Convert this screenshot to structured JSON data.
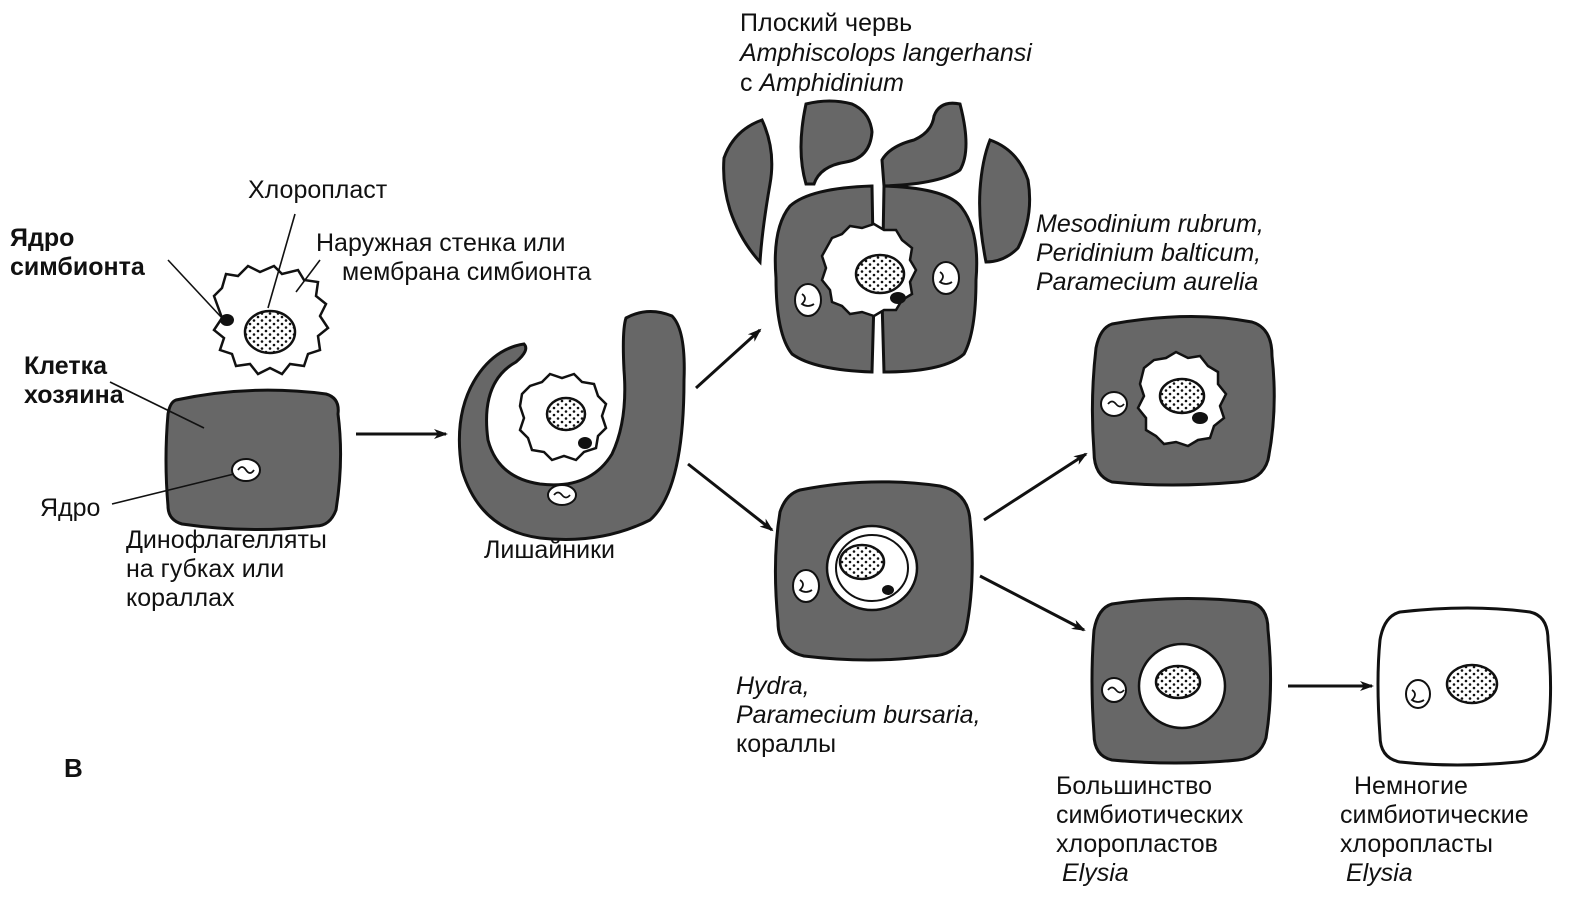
{
  "labels": {
    "chloroplast": "Хлоропласт",
    "symbiont_nucleus": [
      "Ядро",
      "симбионта"
    ],
    "outer_wall": [
      "Наружная стенка или",
      "мембрана симбионта"
    ],
    "host_cell": [
      "Клетка",
      "хозяина"
    ],
    "nucleus": "Ядро",
    "dinoflagellates": [
      "Динофлагелляты",
      "на губках или",
      "кораллах"
    ],
    "lichens": "Лишайники",
    "flatworm": {
      "line1": "Плоский червь",
      "line2": "Amphiscolops langerhansi",
      "line3_prefix": "с ",
      "line3_italic": "Amphidinium"
    },
    "mesodinium": [
      "Mesodinium rubrum,",
      "Peridinium balticum,",
      "Paramecium aurelia"
    ],
    "hydra": [
      "Hydra,",
      "Paramecium bursaria,"
    ],
    "corals": "кораллы",
    "most_elysia": [
      "Большинство",
      "симбиотических",
      "хлоропластов"
    ],
    "elysia": "Elysia",
    "few_elysia": [
      "Немногие",
      "симбиотические",
      "хлоропласты"
    ],
    "panel_letter": "В"
  },
  "colors": {
    "cell_fill": "#676767",
    "outline": "#111111",
    "background": "#ffffff"
  }
}
